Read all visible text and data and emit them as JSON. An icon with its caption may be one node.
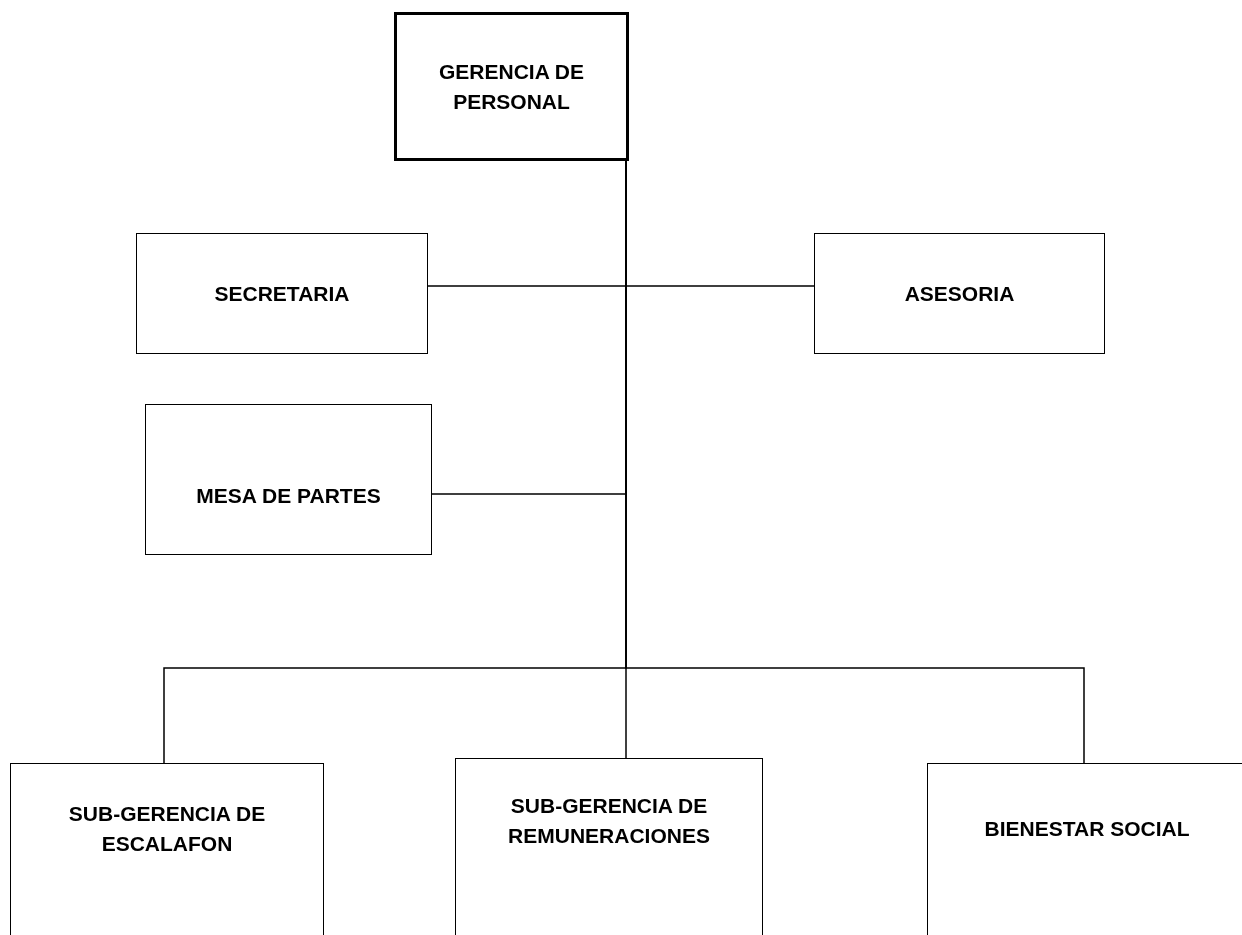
{
  "diagram": {
    "nodes": [
      {
        "text": [
          "GERENCIA DE PERSONAL"
        ]
      },
      {
        "text": [
          "SECRETARIA"
        ]
      },
      {
        "text": [
          "ASESORIA"
        ]
      },
      {
        "text": [
          "MESA DE PARTES"
        ]
      },
      {
        "text": [
          "SUB-GERENCIA DE ESCALAFON"
        ]
      },
      {
        "text": [
          "SUB-GERENCIA DE REMUNERACIONES"
        ]
      },
      {
        "text": [
          "BIENESTAR SOCIAL"
        ]
      }
    ],
    "edges": [
      {
        "from": 0,
        "to": 1,
        "arrow": "none"
      },
      {
        "from": 0,
        "to": 2,
        "arrow": "none"
      },
      {
        "from": 0,
        "to": 3,
        "arrow": "none"
      },
      {
        "from": 0,
        "to": 4,
        "arrow": "none"
      },
      {
        "from": 0,
        "to": 5,
        "arrow": "none"
      },
      {
        "from": 0,
        "to": 6,
        "arrow": "none"
      }
    ]
  }
}
